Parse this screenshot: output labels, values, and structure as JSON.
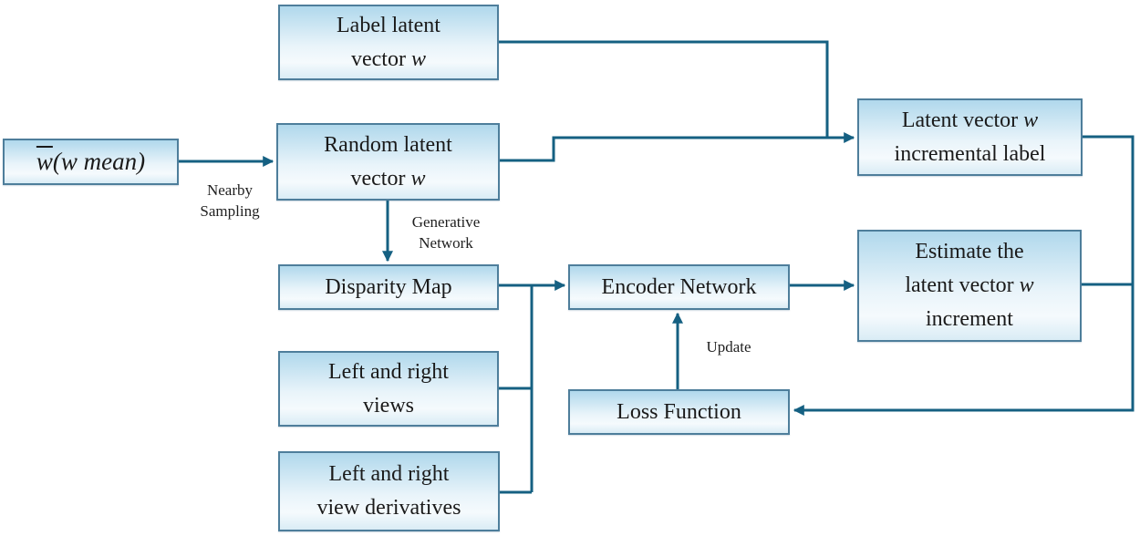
{
  "colors": {
    "box_border": "#4e7e9b",
    "box_fill_top": "#b0d8ec",
    "box_fill_bottom": "#d9ecf5",
    "line": "#156082",
    "text": "#1a1a1a"
  },
  "boxes": {
    "label_latent": {
      "line1": "Label latent",
      "line2_pre": "vector ",
      "line2_w": "w"
    },
    "w_mean": {
      "w": "w",
      "rest": "(w mean)"
    },
    "random_latent": {
      "line1": "Random latent",
      "line2_pre": "vector ",
      "line2_w": "w"
    },
    "incremental_label": {
      "line1_pre": "Latent vector ",
      "line1_w": "w",
      "line2": "incremental label"
    },
    "disparity_map": {
      "label": "Disparity Map"
    },
    "encoder_network": {
      "label": "Encoder Network"
    },
    "estimate_increment": {
      "line1": "Estimate the",
      "line2_pre": "latent vector ",
      "line2_w": "w",
      "line3": "increment"
    },
    "left_right_views": {
      "line1": "Left and right",
      "line2": "views"
    },
    "loss_function": {
      "label": "Loss Function"
    },
    "view_derivatives": {
      "line1": "Left and right",
      "line2": "view derivatives"
    }
  },
  "edge_labels": {
    "nearby_sampling": {
      "line1": "Nearby",
      "line2": "Sampling"
    },
    "generative_network": {
      "line1": "Generative",
      "line2": "Network"
    },
    "update": {
      "label": "Update"
    }
  }
}
